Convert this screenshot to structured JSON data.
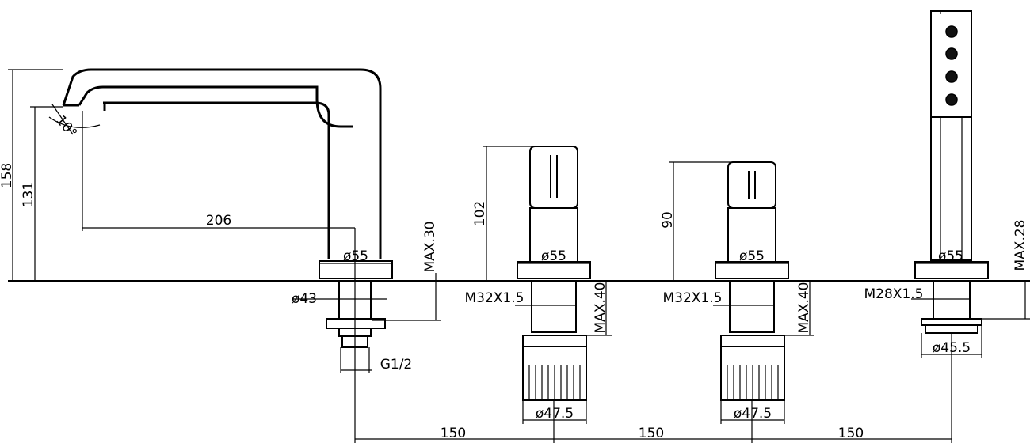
{
  "dimensions": {
    "spout_height_total": "158",
    "spout_outlet_height": "131",
    "spout_reach": "206",
    "spout_angle": "10°",
    "spout_base_dia": "ø55",
    "spout_shank_dia": "ø43",
    "spout_max_deck": "MAX.30",
    "spout_connection": "G1/2",
    "valve1_height": "102",
    "valve1_base_dia": "ø55",
    "valve1_thread": "M32X1.5",
    "valve1_max_deck": "MAX.40",
    "valve1_nut_dia": "ø47.5",
    "valve2_height": "90",
    "valve2_base_dia": "ø55",
    "valve2_thread": "M32X1.5",
    "valve2_max_deck": "MAX.40",
    "valve2_nut_dia": "ø47.5",
    "shower_base_dia": "ø55",
    "shower_thread": "M28X1.5",
    "shower_max_deck": "MAX.28",
    "shower_nut_dia": "ø45.5",
    "spacing_1": "150",
    "spacing_2": "150",
    "spacing_3": "150"
  }
}
